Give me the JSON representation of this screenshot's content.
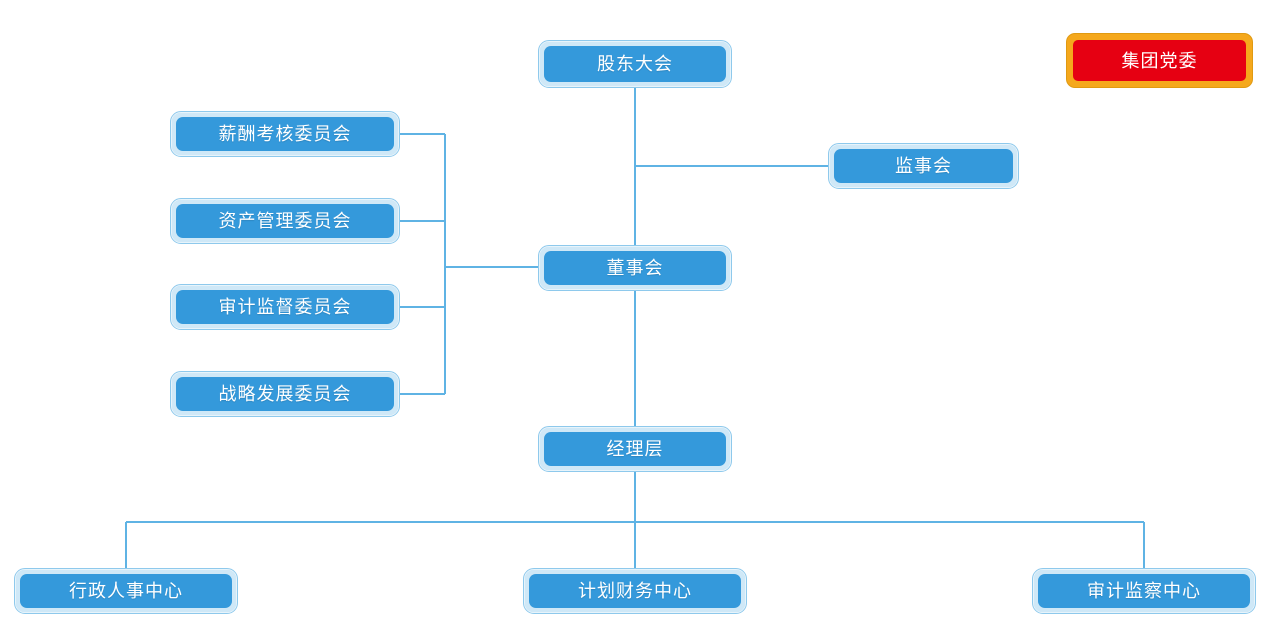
{
  "chart": {
    "type": "org-chart",
    "title": "",
    "background_color": "#ffffff",
    "node_fill_blue": "#3499db",
    "node_halo_blue": "#cfe8f7",
    "node_fill_red": "#e60012",
    "node_border_gold": "#f5a81c",
    "connector_color": "#5fb3e4",
    "text_color": "#ffffff"
  },
  "nodes": {
    "shareholders_meeting": {
      "label": "股东大会"
    },
    "party_committee": {
      "label": "集团党委"
    },
    "board_of_supervisors": {
      "label": "监事会"
    },
    "board_of_directors": {
      "label": "董事会"
    },
    "management": {
      "label": "经理层"
    },
    "committees": [
      {
        "label": "薪酬考核委员会"
      },
      {
        "label": "资产管理委员会"
      },
      {
        "label": "审计监督委员会"
      },
      {
        "label": "战略发展委员会"
      }
    ],
    "centers": [
      {
        "label": "行政人事中心"
      },
      {
        "label": "计划财务中心"
      },
      {
        "label": "审计监察中心"
      }
    ]
  }
}
